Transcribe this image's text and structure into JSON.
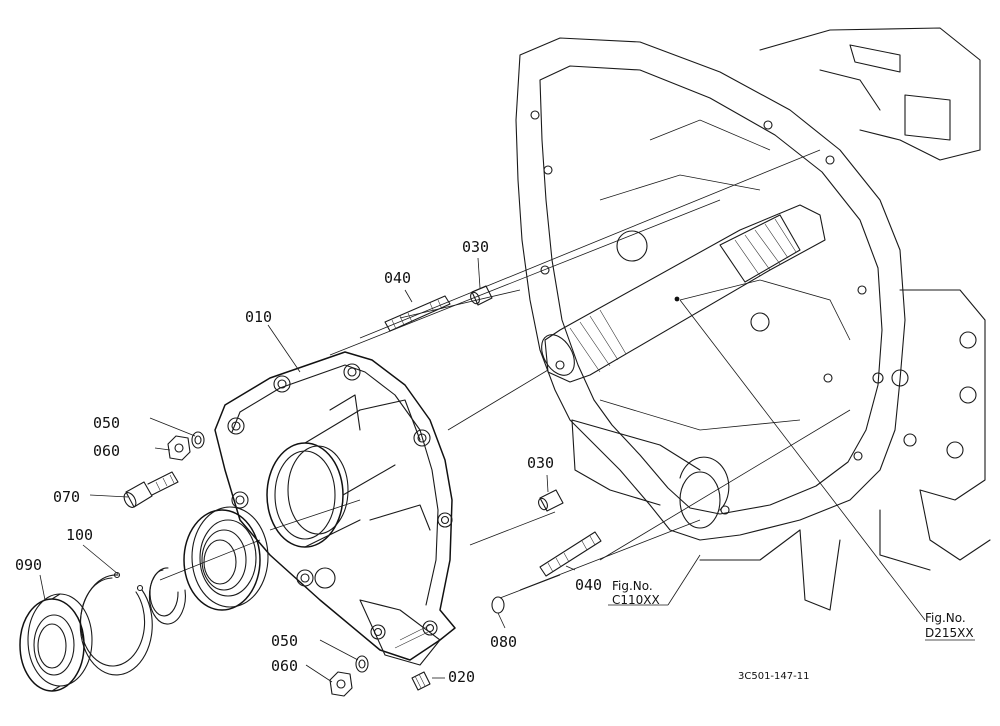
{
  "part_labels": {
    "p010": "010",
    "p020": "020",
    "p030a": "030",
    "p030b": "030",
    "p040a": "040",
    "p040b": "040",
    "p050a": "050",
    "p050b": "050",
    "p060a": "060",
    "p060b": "060",
    "p070": "070",
    "p080": "080",
    "p090": "090",
    "p100": "100"
  },
  "references": {
    "c110_title": "Fig.No.",
    "c110_code": "C110XX",
    "d215_title": "Fig.No.",
    "d215_code": "D215XX"
  },
  "drawing_code": "3C501-147-11"
}
